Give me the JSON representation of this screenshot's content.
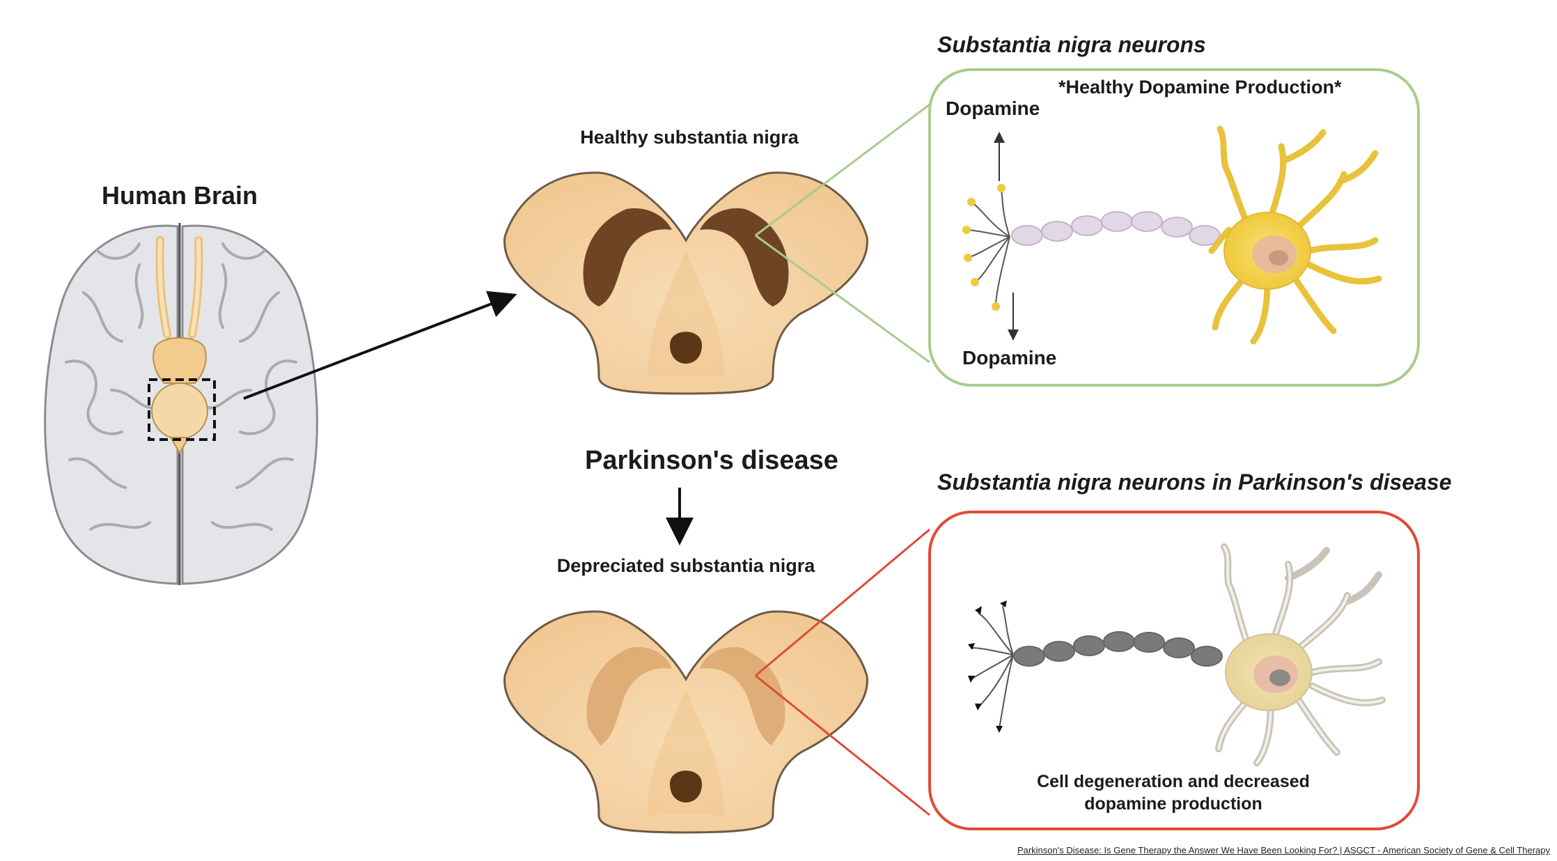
{
  "labels": {
    "human_brain": "Human Brain",
    "healthy_sn": "Healthy substantia nigra",
    "parkinsons": "Parkinson's disease",
    "depreciated_sn": "Depreciated substantia nigra",
    "sn_neurons_title": "Substantia nigra neurons",
    "sn_neurons_pd_title": "Substantia nigra neurons in Parkinson's disease",
    "healthy_production": "*Healthy Dopamine Production*",
    "dopamine_top": "Dopamine",
    "dopamine_bottom": "Dopamine",
    "degeneration_line1": "Cell degeneration and decreased",
    "degeneration_line2": "dopamine production"
  },
  "source": {
    "text": "Parkinson's Disease: Is Gene Therapy the Answer We Have Been Looking For? | ASGCT - American Society of Gene & Cell Therapy"
  },
  "colors": {
    "healthy_box": "#a8cc8c",
    "disease_box": "#e14a36",
    "midbrain_fill": "#f6d5a8",
    "substantia_nigra_healthy": "#6b4221",
    "brain_fill": "#e6e7ea",
    "neuron_healthy": "#f2d24f",
    "neuron_degenerated": "#d8d0b8",
    "axon_healthy": "#d9ccdd",
    "axon_degenerated": "#7a7a7a"
  }
}
